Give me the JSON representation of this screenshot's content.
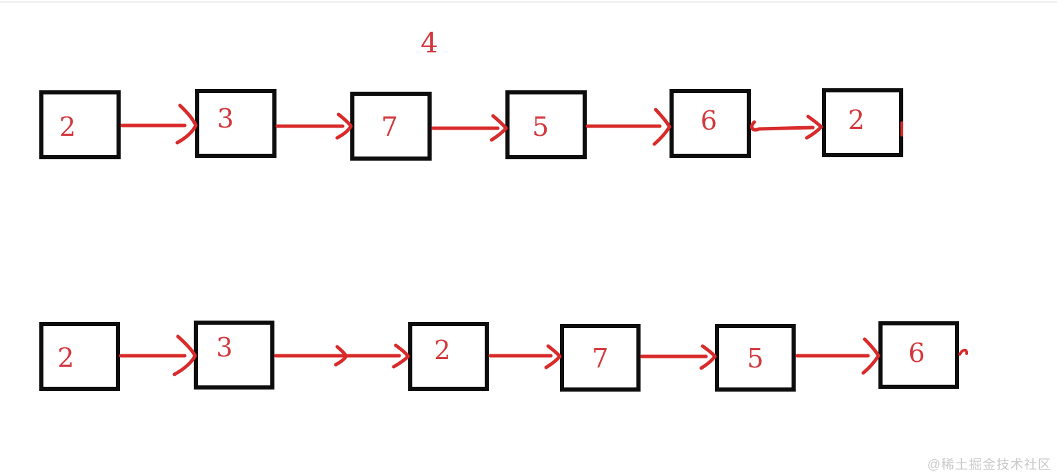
{
  "colors": {
    "arrow_red": "#d92b2b",
    "digit_red": "#d2393e",
    "box_border_black": "#0d0d0d",
    "background_white": "#ffffff",
    "watermark_gray": "#c9c9c9",
    "top_rule_gray": "#ededed"
  },
  "annotation": {
    "pending_value": "4"
  },
  "lists": {
    "before": {
      "nodes": [
        {
          "value": "2"
        },
        {
          "value": "3"
        },
        {
          "value": "7"
        },
        {
          "value": "5"
        },
        {
          "value": "6"
        },
        {
          "value": "2"
        }
      ]
    },
    "after": {
      "nodes": [
        {
          "value": "2"
        },
        {
          "value": "3"
        },
        {
          "value": "2"
        },
        {
          "value": "7"
        },
        {
          "value": "5"
        },
        {
          "value": "6"
        }
      ]
    }
  },
  "watermark": {
    "text": "@稀土掘金技术社区"
  }
}
